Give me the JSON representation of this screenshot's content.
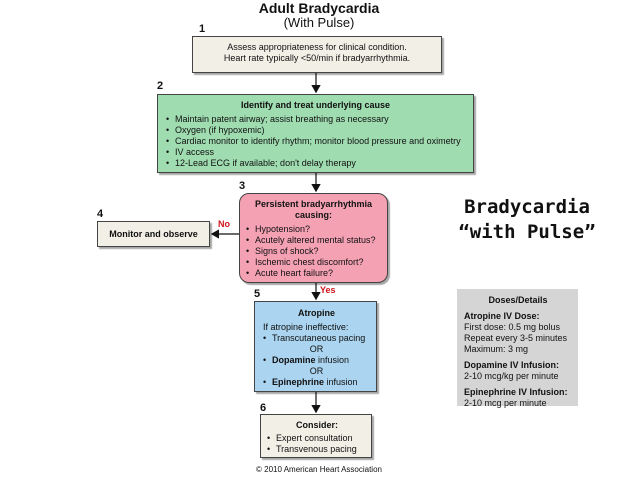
{
  "header": {
    "title": "Adult Bradycardia",
    "subtitle": "(With Pulse)"
  },
  "steps": {
    "s1": {
      "number": "1",
      "line1": "Assess appropriateness for clinical condition.",
      "line2": "Heart rate typically <50/min if bradyarrhythmia."
    },
    "s2": {
      "number": "2",
      "heading": "Identify and treat underlying cause",
      "items": [
        "Maintain patent airway; assist breathing as necessary",
        "Oxygen (if hypoxemic)",
        "Cardiac monitor to identify rhythm; monitor blood pressure and oximetry",
        "IV access",
        "12-Lead ECG if available; don't delay therapy"
      ]
    },
    "s3": {
      "number": "3",
      "heading_line1": "Persistent bradyarrhythmia",
      "heading_line2": "causing:",
      "items": [
        "Hypotension?",
        "Acutely altered mental status?",
        "Signs of shock?",
        "Ischemic chest discomfort?",
        "Acute heart failure?"
      ]
    },
    "s4": {
      "number": "4",
      "label": "Monitor and observe"
    },
    "s5": {
      "number": "5",
      "heading": "Atropine",
      "intro": "If atropine ineffective:",
      "item1": "Transcutaneous pacing",
      "or1": "OR",
      "item2_bold": "Dopamine",
      "item2_rest": " infusion",
      "or2": "OR",
      "item3_bold": "Epinephrine",
      "item3_rest": " infusion"
    },
    "s6": {
      "number": "6",
      "heading": "Consider:",
      "items": [
        "Expert consultation",
        "Transvenous pacing"
      ]
    }
  },
  "branches": {
    "no": "No",
    "yes": "Yes"
  },
  "side_title": {
    "line1": "Bradycardia",
    "line2": "“with Pulse”"
  },
  "doses": {
    "heading": "Doses/Details",
    "atropine_title": "Atropine IV Dose:",
    "atropine_lines": [
      "First dose: 0.5 mg bolus",
      "Repeat every 3-5 minutes",
      "Maximum: 3 mg"
    ],
    "dopamine_title": "Dopamine IV Infusion:",
    "dopamine_lines": [
      "2-10 mcg/kg per minute"
    ],
    "epinephrine_title": "Epinephrine IV Infusion:",
    "epinephrine_lines": [
      "2-10 mcg per minute"
    ]
  },
  "footer": {
    "copyright": "© 2010 American Heart Association"
  },
  "colors": {
    "step1": "#f1efe6",
    "step2": "#9fdcb0",
    "step3": "#f4a1b3",
    "step5": "#aad4ef",
    "step6": "#f1efe6",
    "panel": "#d5d5d5",
    "branch_label": "#d0141d"
  }
}
